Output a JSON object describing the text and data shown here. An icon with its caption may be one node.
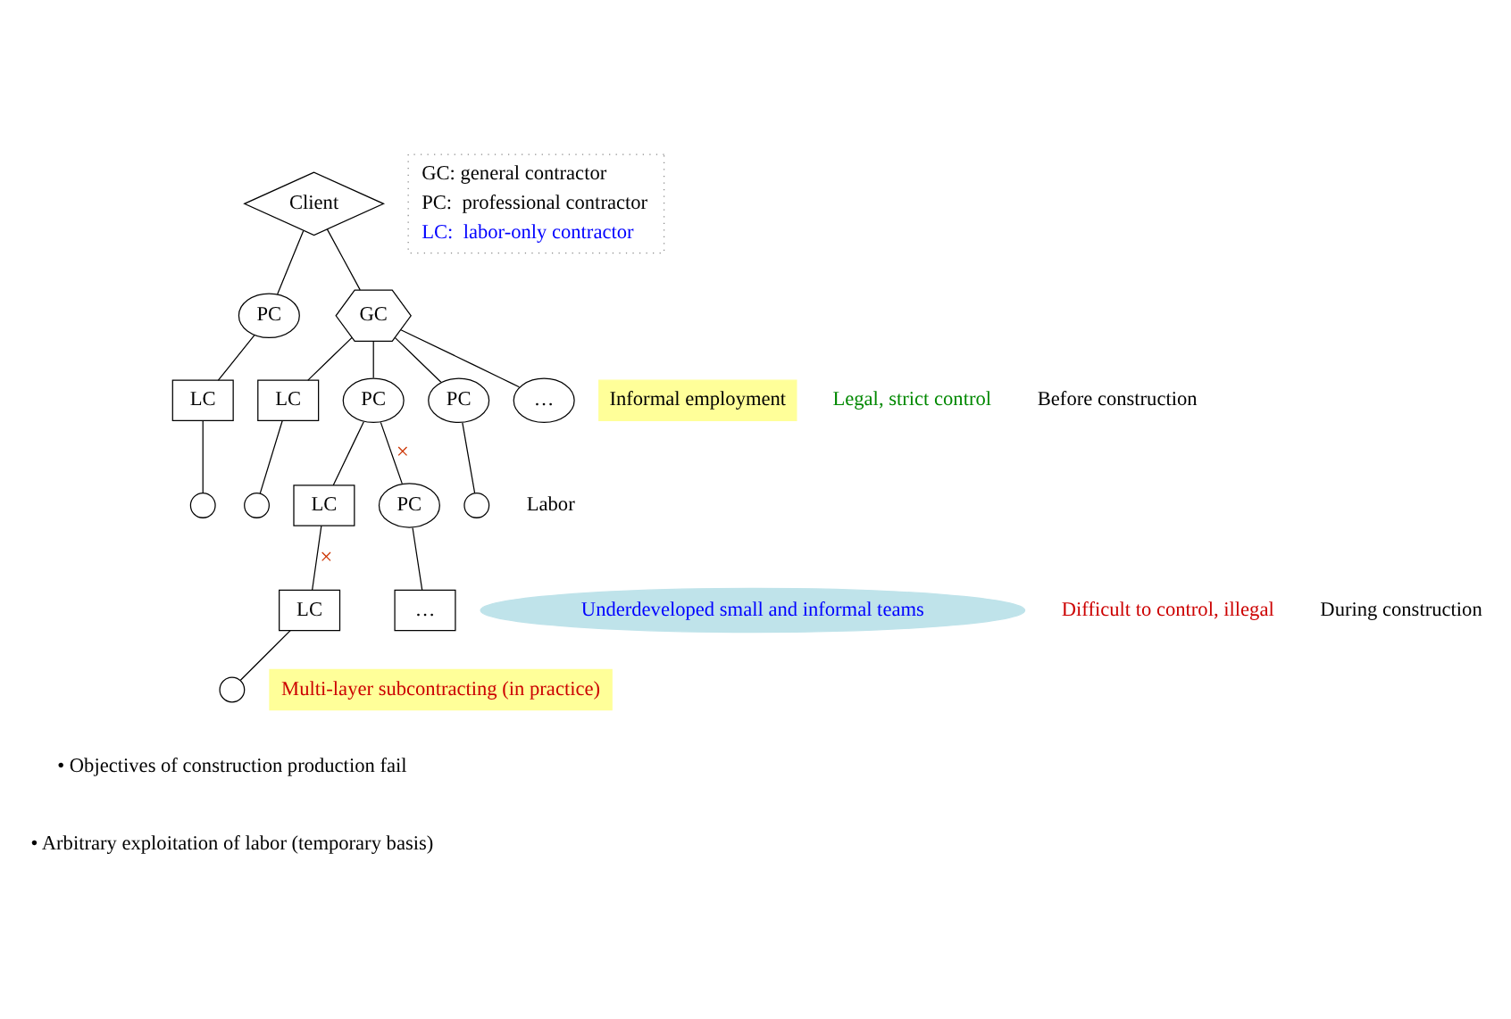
{
  "diagram": {
    "nodes": [
      {
        "text": [
          "Client"
        ]
      },
      {
        "text": [
          "PC"
        ]
      },
      {
        "text": [
          "GC"
        ]
      },
      {
        "text": [
          "LC"
        ]
      },
      {
        "text": [
          "LC"
        ]
      },
      {
        "text": [
          "PC"
        ]
      },
      {
        "text": [
          "PC"
        ]
      },
      {
        "text": [
          "…"
        ]
      },
      {
        "text": [],
        "shape": "circle"
      },
      {
        "text": [],
        "shape": "circle"
      },
      {
        "text": [
          "LC"
        ]
      },
      {
        "text": [],
        "shape": "circle"
      },
      {
        "text": [
          "Informal employment"
        ]
      },
      {
        "text": [
          "Underdeveloped small and informal teams"
        ]
      },
      {
        "text": [
          "LC"
        ]
      },
      {
        "text": [
          "PC"
        ]
      },
      {
        "text": [],
        "shape": "circle"
      },
      {
        "text": [
          "…"
        ]
      },
      {
        "text": [
          "Multi-layer subcontracting (in practice)"
        ]
      },
      {
        "text": [
          "GC: general contractor",
          "PC:  professional contractor",
          "LC:  labor-only contractor"
        ]
      }
    ],
    "edges": [
      {
        "from": 0,
        "to": 1,
        "arrow": "none"
      },
      {
        "from": 0,
        "to": 2,
        "arrow": "none"
      },
      {
        "from": 1,
        "to": 3,
        "arrow": "none"
      },
      {
        "from": 2,
        "to": 4,
        "arrow": "none"
      },
      {
        "from": 2,
        "to": 5,
        "arrow": "none"
      },
      {
        "from": 2,
        "to": 6,
        "arrow": "none"
      },
      {
        "from": 2,
        "to": 7,
        "arrow": "none"
      },
      {
        "from": 3,
        "to": 8,
        "arrow": "none"
      },
      {
        "from": 4,
        "to": 9,
        "arrow": "none"
      },
      {
        "from": 5,
        "to": 10,
        "arrow": "none"
      },
      {
        "from": 6,
        "to": 11,
        "arrow": "none"
      },
      {
        "from": 10,
        "to": 14,
        "arrow": "none",
        "label": "×"
      },
      {
        "from": 5,
        "to": 15,
        "arrow": "none",
        "label": "×"
      },
      {
        "from": 14,
        "to": 16,
        "arrow": "none"
      },
      {
        "from": 15,
        "to": 17,
        "arrow": "none"
      }
    ],
    "labels": [
      "Legal, strict control",
      "Before construction",
      "Labor",
      "Difficult to control, illegal",
      "During construction",
      "• Objectives of construction production fail",
      "• Arbitrary exploitation of labor (temporary basis)"
    ]
  }
}
